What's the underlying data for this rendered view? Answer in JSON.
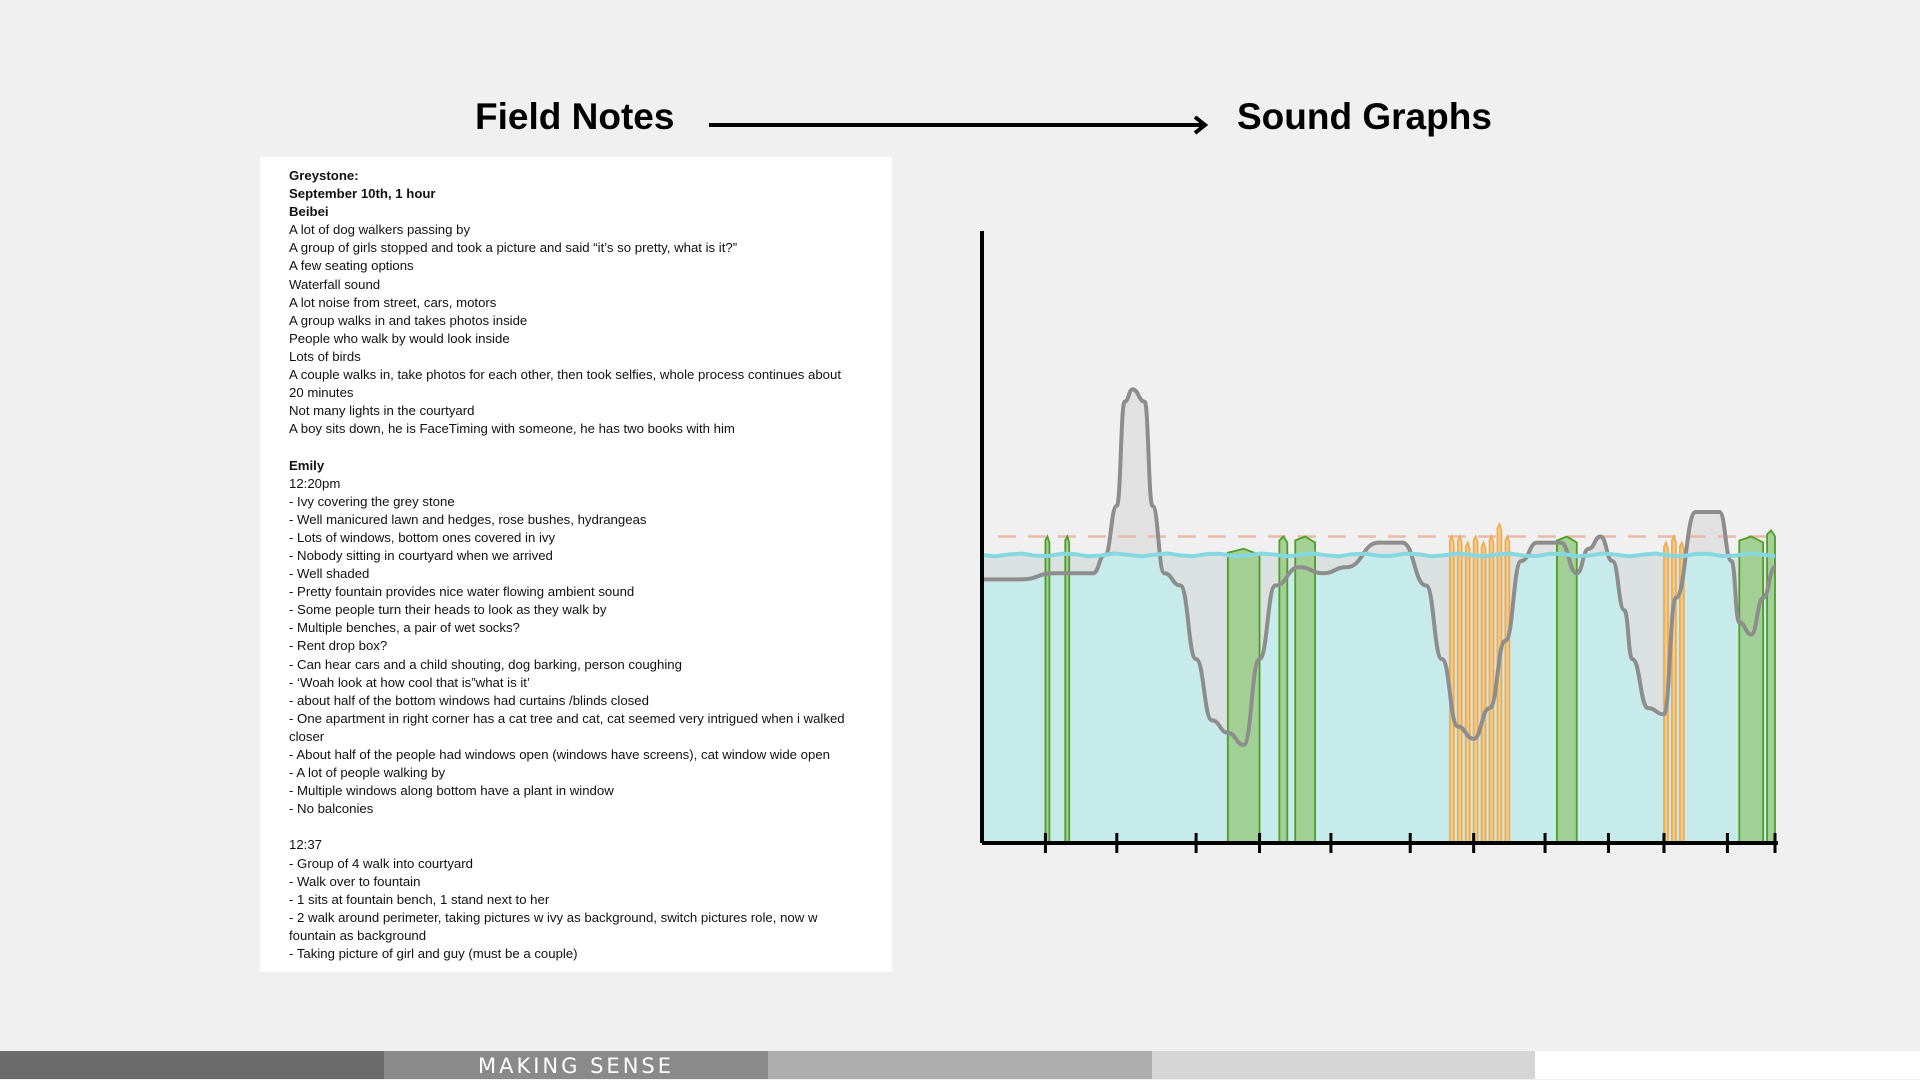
{
  "headings": {
    "left": "Field Notes",
    "right": "Sound Graphs"
  },
  "field_notes": [
    {
      "text": "Greystone:",
      "bold": true
    },
    {
      "text": "September 10th, 1 hour",
      "bold": true
    },
    {
      "text": "Beibei",
      "bold": true
    },
    {
      "text": "A lot of dog walkers passing by"
    },
    {
      "text": "A group of girls stopped and took a picture and said “it’s so pretty, what is it?”"
    },
    {
      "text": "A few seating options"
    },
    {
      "text": "Waterfall sound"
    },
    {
      "text": "A lot noise from street, cars, motors"
    },
    {
      "text": "A group walks in and takes photos inside"
    },
    {
      "text": "People who walk by would look inside"
    },
    {
      "text": "Lots of birds"
    },
    {
      "text": "A couple walks in, take photos for each other, then took selfies, whole process continues about"
    },
    {
      "text": "20 minutes"
    },
    {
      "text": "Not many lights in the courtyard"
    },
    {
      "text": "A boy sits down, he is FaceTiming with someone, he has two books with him"
    },
    {
      "text": ""
    },
    {
      "text": "Emily",
      "bold": true
    },
    {
      "text": "12:20pm"
    },
    {
      "text": "- Ivy covering the grey stone"
    },
    {
      "text": "- Well manicured lawn and hedges, rose bushes, hydrangeas"
    },
    {
      "text": "- Lots of windows, bottom ones covered in ivy"
    },
    {
      "text": "- Nobody sitting in courtyard when we arrived"
    },
    {
      "text": "- Well shaded"
    },
    {
      "text": "- Pretty fountain provides nice water flowing ambient sound"
    },
    {
      "text": "- Some people turn their heads to look as they walk by"
    },
    {
      "text": "- Multiple benches, a pair of wet socks?"
    },
    {
      "text": "- Rent drop box?"
    },
    {
      "text": "- Can hear cars and a child shouting, dog barking, person coughing"
    },
    {
      "text": "- ‘Woah look at how cool that is”what is it’"
    },
    {
      "text": "- about half of the bottom windows had curtains /blinds closed"
    },
    {
      "text": "- One apartment in right corner has a cat tree and cat, cat seemed very intrigued when i walked"
    },
    {
      "text": "closer"
    },
    {
      "text": "- About half of the people had windows open (windows have screens), cat window wide open"
    },
    {
      "text": "- A lot of people walking by"
    },
    {
      "text": "- Multiple windows along bottom have a plant in window"
    },
    {
      "text": "- No balconies"
    },
    {
      "text": ""
    },
    {
      "text": "12:37"
    },
    {
      "text": "- Group of 4 walk into courtyard"
    },
    {
      "text": "- Walk over to fountain"
    },
    {
      "text": "- 1 sits at fountain bench, 1 stand next to her"
    },
    {
      "text": "- 2 walk around perimeter, taking pictures w ivy as background, switch pictures role, now w"
    },
    {
      "text": "fountain as background"
    },
    {
      "text": "- Taking picture of girl and guy (must be a couple)"
    }
  ],
  "footer": {
    "label": "MAKING SENSE"
  },
  "sound_graph": {
    "colors": {
      "ambient_fill": "#c7eaea",
      "ambient_line": "#86d8e0",
      "threshold_line": "#e9b9a9",
      "gray_fill": "#dedede",
      "gray_line": "#8d8d8d",
      "green_fill": "#9ccd8d",
      "green_line": "#4c9e24",
      "orange_fill": "#f6c983",
      "orange_line": "#efac4f",
      "axis": "#000000"
    },
    "x_range": [
      0,
      1
    ],
    "y_range": [
      0,
      1
    ],
    "ambient_level": 0.47,
    "threshold_level": 0.5,
    "x_ticks": [
      0.08,
      0.17,
      0.27,
      0.35,
      0.44,
      0.54,
      0.62,
      0.71,
      0.79,
      0.86,
      0.94,
      1.0
    ],
    "gray_curve": [
      [
        0.0,
        0.43
      ],
      [
        0.05,
        0.43
      ],
      [
        0.09,
        0.44
      ],
      [
        0.14,
        0.44
      ],
      [
        0.155,
        0.47
      ],
      [
        0.17,
        0.55
      ],
      [
        0.18,
        0.72
      ],
      [
        0.19,
        0.74
      ],
      [
        0.205,
        0.72
      ],
      [
        0.215,
        0.55
      ],
      [
        0.23,
        0.44
      ],
      [
        0.25,
        0.42
      ],
      [
        0.27,
        0.3
      ],
      [
        0.29,
        0.2
      ],
      [
        0.31,
        0.18
      ],
      [
        0.33,
        0.16
      ],
      [
        0.35,
        0.3
      ],
      [
        0.37,
        0.42
      ],
      [
        0.4,
        0.45
      ],
      [
        0.43,
        0.44
      ],
      [
        0.46,
        0.45
      ],
      [
        0.5,
        0.49
      ],
      [
        0.53,
        0.49
      ],
      [
        0.56,
        0.42
      ],
      [
        0.58,
        0.3
      ],
      [
        0.6,
        0.19
      ],
      [
        0.62,
        0.17
      ],
      [
        0.64,
        0.22
      ],
      [
        0.66,
        0.33
      ],
      [
        0.68,
        0.46
      ],
      [
        0.7,
        0.49
      ],
      [
        0.73,
        0.49
      ],
      [
        0.75,
        0.44
      ],
      [
        0.765,
        0.48
      ],
      [
        0.78,
        0.5
      ],
      [
        0.795,
        0.46
      ],
      [
        0.81,
        0.38
      ],
      [
        0.82,
        0.3
      ],
      [
        0.84,
        0.22
      ],
      [
        0.86,
        0.21
      ],
      [
        0.875,
        0.4
      ],
      [
        0.9,
        0.54
      ],
      [
        0.93,
        0.54
      ],
      [
        0.945,
        0.46
      ],
      [
        0.955,
        0.36
      ],
      [
        0.97,
        0.34
      ],
      [
        0.985,
        0.4
      ],
      [
        1.0,
        0.45
      ]
    ],
    "green_spikes": [
      {
        "x": [
          0.08,
          0.085
        ],
        "level": 0.5
      },
      {
        "x": [
          0.105,
          0.11
        ],
        "level": 0.5
      },
      {
        "x": [
          0.31,
          0.35
        ],
        "level": 0.48
      },
      {
        "x": [
          0.375,
          0.385
        ],
        "level": 0.5
      },
      {
        "x": [
          0.395,
          0.42
        ],
        "level": 0.5
      },
      {
        "x": [
          0.725,
          0.75
        ],
        "level": 0.5
      },
      {
        "x": [
          0.955,
          0.985
        ],
        "level": 0.5
      },
      {
        "x": [
          0.99,
          1.0
        ],
        "level": 0.51
      }
    ],
    "orange_spikes": [
      {
        "x": [
          0.59,
          0.595
        ],
        "level": 0.5
      },
      {
        "x": [
          0.6,
          0.605
        ],
        "level": 0.5
      },
      {
        "x": [
          0.61,
          0.615
        ],
        "level": 0.49
      },
      {
        "x": [
          0.62,
          0.625
        ],
        "level": 0.5
      },
      {
        "x": [
          0.63,
          0.635
        ],
        "level": 0.49
      },
      {
        "x": [
          0.64,
          0.645
        ],
        "level": 0.5
      },
      {
        "x": [
          0.65,
          0.655
        ],
        "level": 0.52
      },
      {
        "x": [
          0.66,
          0.665
        ],
        "level": 0.5
      },
      {
        "x": [
          0.86,
          0.865
        ],
        "level": 0.49
      },
      {
        "x": [
          0.87,
          0.875
        ],
        "level": 0.5
      },
      {
        "x": [
          0.88,
          0.885
        ],
        "level": 0.49
      }
    ]
  }
}
